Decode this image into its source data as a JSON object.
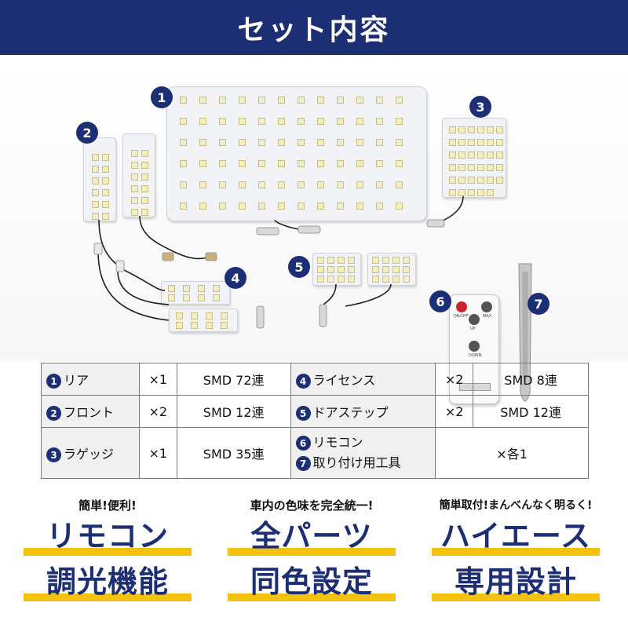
{
  "header": {
    "title": "セット内容"
  },
  "colors": {
    "navy": "#1c2f74",
    "highlight": "#f4c20d"
  },
  "photo": {
    "numbers": [
      "1",
      "2",
      "3",
      "4",
      "5",
      "6",
      "7"
    ],
    "remote": {
      "on_off": "ON/OFF",
      "max": "MAX",
      "up": "UP",
      "down": "DOWN"
    }
  },
  "table": {
    "rows": [
      [
        {
          "no": "1",
          "name": "リア",
          "qty": "×1",
          "smd": "SMD 72連"
        },
        {
          "no": "4",
          "name": "ライセンス",
          "qty": "×2",
          "smd": "SMD 8連"
        }
      ],
      [
        {
          "no": "2",
          "name": "フロント",
          "qty": "×2",
          "smd": "SMD 12連"
        },
        {
          "no": "5",
          "name": "ドアステップ",
          "qty": "×2",
          "smd": "SMD 12連"
        }
      ]
    ],
    "last_row": {
      "left": {
        "no": "3",
        "name": "ラゲッジ",
        "qty": "×1",
        "smd": "SMD 35連"
      },
      "right_names": [
        {
          "no": "6",
          "name": "リモコン"
        },
        {
          "no": "7",
          "name": "取り付け用工具"
        }
      ],
      "right_qty": "×各1"
    }
  },
  "features": [
    {
      "sub": "簡単!便利!",
      "line1": "リモコン",
      "line2": "調光機能"
    },
    {
      "sub": "車内の色味を完全統一!",
      "line1": "全パーツ",
      "line2": "同色設定"
    },
    {
      "sub": "簡単取付!まんべんなく明るく!",
      "line1": "ハイエース",
      "line2": "専用設計"
    }
  ]
}
